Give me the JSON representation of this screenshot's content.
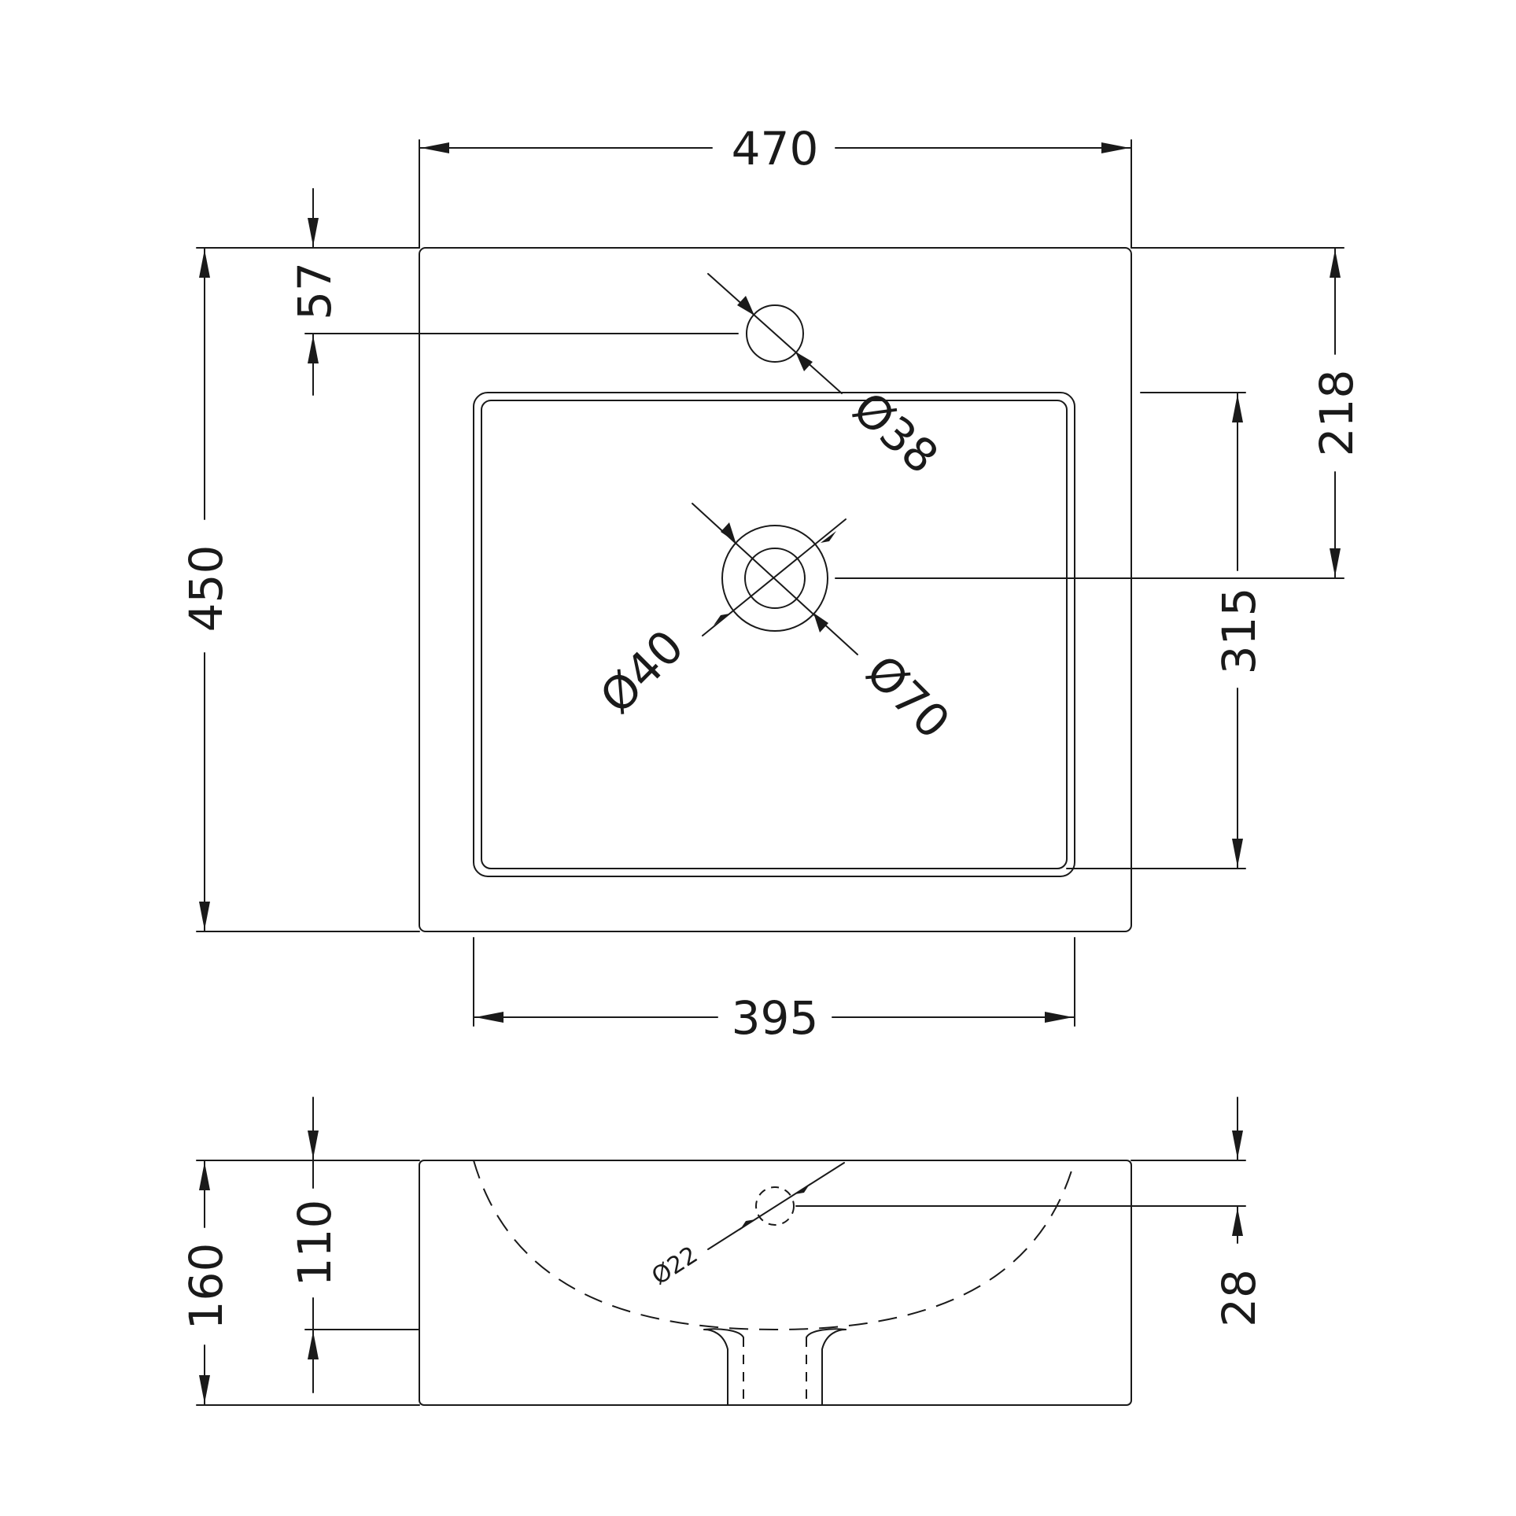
{
  "top_view": {
    "width_overall": "470",
    "depth_overall": "450",
    "tap_hole_offset": "57",
    "tap_hole_diameter": "Ø38",
    "bowl_width": "395",
    "bowl_depth": "315",
    "waste_offset": "218",
    "waste_inner_diameter": "Ø40",
    "waste_outer_diameter": "Ø70"
  },
  "side_view": {
    "overall_height": "160",
    "bowl_height": "110",
    "overflow_offset": "28",
    "overflow_diameter": "Ø22"
  }
}
